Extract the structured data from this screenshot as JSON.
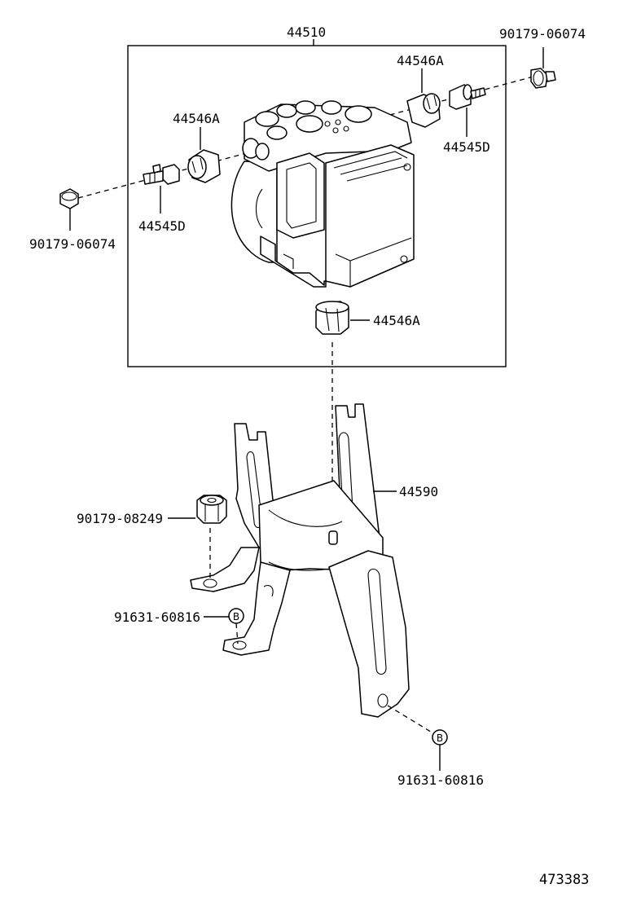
{
  "diagram": {
    "assembly_number": "44510",
    "labels": {
      "bolt_top_right": "90179-06074",
      "cushion_top_right": "44546A",
      "stud_top_right": "44545D",
      "cushion_left": "44546A",
      "stud_left": "44545D",
      "bolt_left": "90179-06074",
      "cushion_bottom": "44546A",
      "bracket": "44590",
      "nut": "90179-08249",
      "bolt_b_left": "91631-60816",
      "bolt_b_bottom": "91631-60816"
    },
    "b_marker": "B",
    "figure_number": "473383"
  }
}
